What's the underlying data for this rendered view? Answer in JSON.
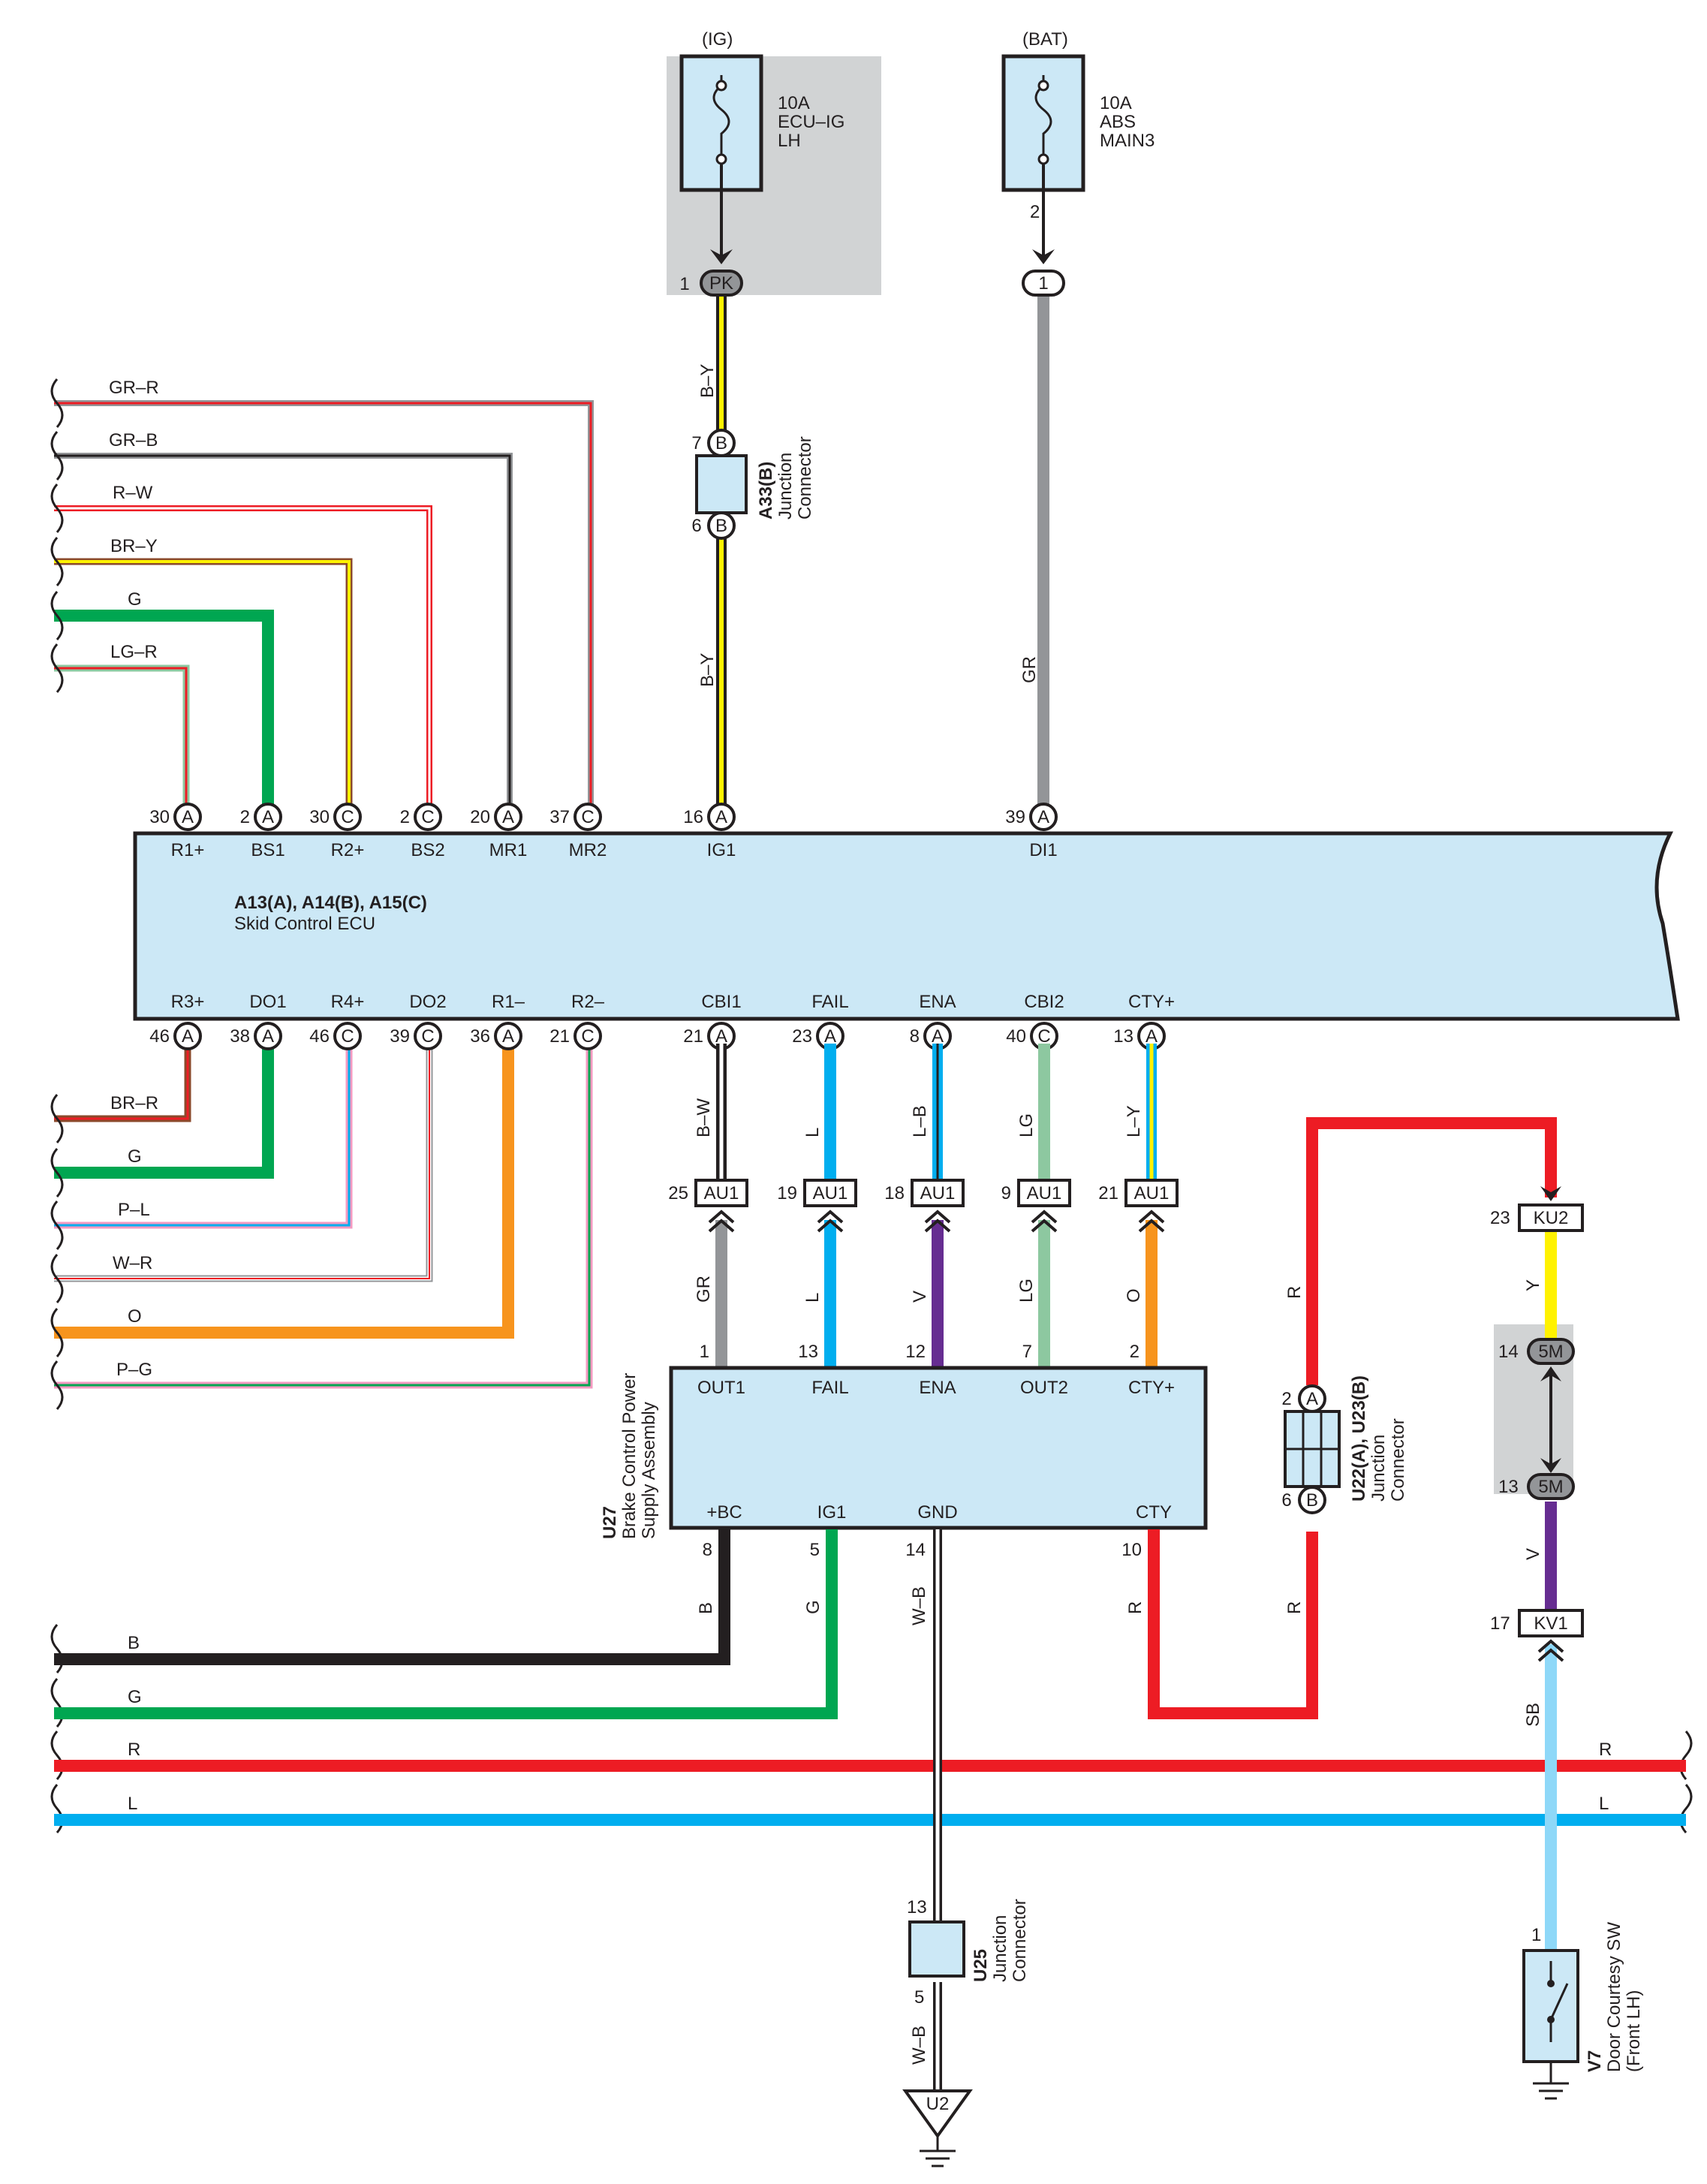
{
  "colors": {
    "box_fill": "#cce8f6",
    "box_stroke": "#231f20",
    "grey_region": "#d1d3d4",
    "wire_colors": {
      "R": "#ed1c24",
      "G": "#00a651",
      "L": "#00aeef",
      "B": "#231f20",
      "GR": "#939598",
      "Y": "#fff200",
      "O": "#f7941d",
      "V": "#662d91",
      "LG": "#8dc8a0",
      "SB": "#8ed8f8",
      "W": "#ffffff",
      "P": "#f49ac1",
      "BR": "#8b4a2b"
    }
  },
  "fuses": [
    {
      "id": "fuse-ig",
      "header": "(IG)",
      "lines": [
        "10A",
        "ECU–IG",
        "LH"
      ],
      "connector": "PK",
      "pin": "1"
    },
    {
      "id": "fuse-bat",
      "header": "(BAT)",
      "lines": [
        "10A",
        "ABS",
        "MAIN3"
      ],
      "connector": "1",
      "pin": "2"
    }
  ],
  "ecu": {
    "title": "A13(A), A14(B), A15(C)",
    "subtitle": "Skid Control ECU",
    "top_pins": [
      {
        "num": "30",
        "conn": "A",
        "name": "R1+"
      },
      {
        "num": "2",
        "conn": "A",
        "name": "BS1"
      },
      {
        "num": "30",
        "conn": "C",
        "name": "R2+"
      },
      {
        "num": "2",
        "conn": "C",
        "name": "BS2"
      },
      {
        "num": "20",
        "conn": "A",
        "name": "MR1"
      },
      {
        "num": "37",
        "conn": "C",
        "name": "MR2"
      },
      {
        "num": "16",
        "conn": "A",
        "name": "IG1"
      },
      {
        "num": "39",
        "conn": "A",
        "name": "DI1"
      }
    ],
    "bottom_pins": [
      {
        "num": "46",
        "conn": "A",
        "name": "R3+"
      },
      {
        "num": "38",
        "conn": "A",
        "name": "DO1"
      },
      {
        "num": "46",
        "conn": "C",
        "name": "R4+"
      },
      {
        "num": "39",
        "conn": "C",
        "name": "DO2"
      },
      {
        "num": "36",
        "conn": "A",
        "name": "R1–"
      },
      {
        "num": "21",
        "conn": "C",
        "name": "R2–"
      },
      {
        "num": "21",
        "conn": "A",
        "name": "CBI1"
      },
      {
        "num": "23",
        "conn": "A",
        "name": "FAIL"
      },
      {
        "num": "8",
        "conn": "A",
        "name": "ENA"
      },
      {
        "num": "40",
        "conn": "C",
        "name": "CBI2"
      },
      {
        "num": "13",
        "conn": "A",
        "name": "CTY+"
      }
    ]
  },
  "left_top_wires": [
    "GR–R",
    "GR–B",
    "R–W",
    "BR–Y",
    "G",
    "LG–R"
  ],
  "left_bottom_wires": [
    "BR–R",
    "G",
    "P–L",
    "W–R",
    "O",
    "P–G"
  ],
  "ig_path": {
    "wire_top": "B–Y",
    "wire_bottom": "B–Y",
    "junction_name": "A33(B)",
    "junction_desc": [
      "Junction",
      "Connector"
    ],
    "pin_top_num": "7",
    "pin_top_conn": "B",
    "pin_bottom_num": "6",
    "pin_bottom_conn": "B"
  },
  "di_path": {
    "wire": "GR"
  },
  "au1_connectors": [
    {
      "num": "25",
      "label": "AU1",
      "wire_above": "B–W",
      "wire_below": "GR"
    },
    {
      "num": "19",
      "label": "AU1",
      "wire_above": "L",
      "wire_below": "L"
    },
    {
      "num": "18",
      "label": "AU1",
      "wire_above": "L–B",
      "wire_below": "V"
    },
    {
      "num": "9",
      "label": "AU1",
      "wire_above": "LG",
      "wire_below": "LG"
    },
    {
      "num": "21",
      "label": "AU1",
      "wire_above": "L–Y",
      "wire_below": "O"
    }
  ],
  "power_supply": {
    "id": "U27",
    "desc": [
      "Brake Control Power",
      "Supply Assembly"
    ],
    "top_pins": [
      {
        "num": "1",
        "name": "OUT1"
      },
      {
        "num": "13",
        "name": "FAIL"
      },
      {
        "num": "12",
        "name": "ENA"
      },
      {
        "num": "7",
        "name": "OUT2"
      },
      {
        "num": "2",
        "name": "CTY+"
      }
    ],
    "bottom_pins": [
      {
        "num": "8",
        "name": "+BC",
        "wire": "B"
      },
      {
        "num": "5",
        "name": "IG1",
        "wire": "G"
      },
      {
        "num": "14",
        "name": "GND",
        "wire": "W–B"
      },
      {
        "num": "10",
        "name": "CTY",
        "wire": "R"
      }
    ]
  },
  "bottom_bus": [
    {
      "label": "B"
    },
    {
      "label": "G"
    },
    {
      "label": "R",
      "label_right": "R"
    },
    {
      "label": "L",
      "label_right": "L"
    }
  ],
  "u22": {
    "name": "U22(A), U23(B)",
    "desc": [
      "Junction",
      "Connector"
    ],
    "pin_a_num": "2",
    "pin_a_conn": "A",
    "pin_b_num": "6",
    "pin_b_conn": "B",
    "wire_top": "R",
    "wire_bottom": "R"
  },
  "u25": {
    "name": "U25",
    "desc": [
      "Junction",
      "Connector"
    ],
    "pin_top": "13",
    "pin_bottom": "5",
    "wire_below": "W–B",
    "ground_label": "U2"
  },
  "door_path": {
    "ku2_num": "23",
    "ku2_label": "KU2",
    "wire_y": "Y",
    "m5_top_num": "14",
    "m5_label": "5M",
    "m5_bottom_num": "13",
    "wire_v": "V",
    "kv1_num": "17",
    "kv1_label": "KV1",
    "wire_sb": "SB"
  },
  "door_switch": {
    "id": "V7",
    "desc": [
      "Door Courtesy SW",
      "(Front LH)"
    ],
    "pin": "1"
  }
}
